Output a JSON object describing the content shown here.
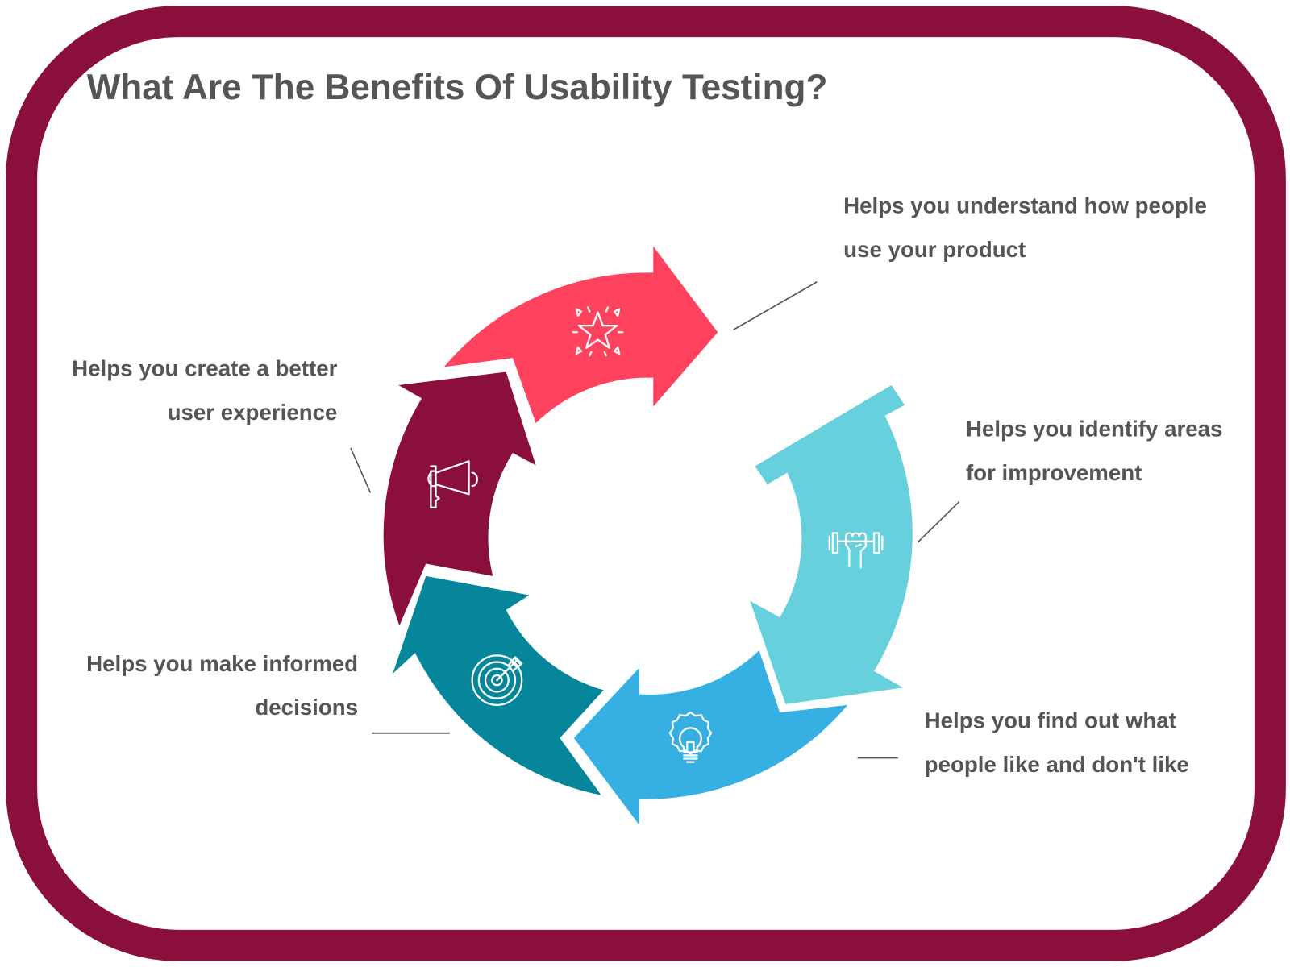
{
  "title": "What Are The Benefits Of Usability Testing?",
  "colors": {
    "frame": "#8B0F3D",
    "red": "#FF425E",
    "maroon": "#8B0F3D",
    "dark_teal": "#05869A",
    "blue": "#36B0E2",
    "cyan": "#66D0DC",
    "text": "#555555"
  },
  "steps": [
    {
      "icon": "star-icon",
      "lines": [
        "Helps you understand how people",
        "use your product"
      ]
    },
    {
      "icon": "dumbbell-fist-icon",
      "lines": [
        "Helps you identify areas",
        "for improvement"
      ]
    },
    {
      "icon": "lightbulb-gear-icon",
      "lines": [
        "Helps you find out what",
        "people like and don't like"
      ]
    },
    {
      "icon": "target-arrow-icon",
      "lines": [
        "Helps you make informed",
        "decisions"
      ]
    },
    {
      "icon": "megaphone-icon",
      "lines": [
        "Helps you create a better",
        "user experience"
      ]
    }
  ]
}
